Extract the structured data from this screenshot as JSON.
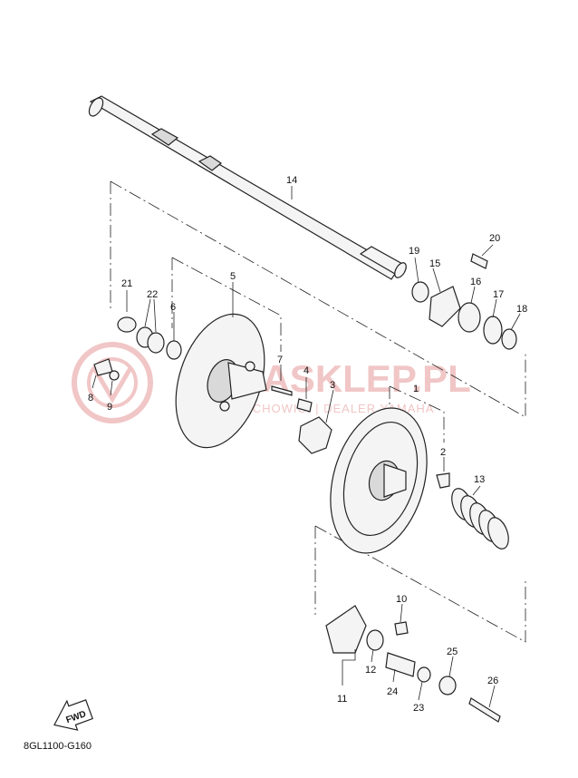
{
  "watermark": {
    "line1": "YAMASKLEP.PL",
    "line2": "WODY ŁĘCHOWICI | DEALER YAMAHA",
    "color": "#f1c6c6"
  },
  "fwd_badge": "FWD",
  "diagram_code": "8GL1100-G160",
  "callouts": {
    "c1": "1",
    "c2": "2",
    "c3": "3",
    "c4": "4",
    "c5": "5",
    "c6": "6",
    "c7": "7",
    "c8": "8",
    "c9": "9",
    "c10": "10",
    "c11": "11",
    "c12": "12",
    "c13": "13",
    "c14": "14",
    "c15": "15",
    "c16": "16",
    "c17": "17",
    "c18": "18",
    "c19": "19",
    "c20": "20",
    "c21": "21",
    "c22": "22",
    "c23": "23",
    "c24": "24",
    "c25": "25",
    "c26": "26"
  }
}
